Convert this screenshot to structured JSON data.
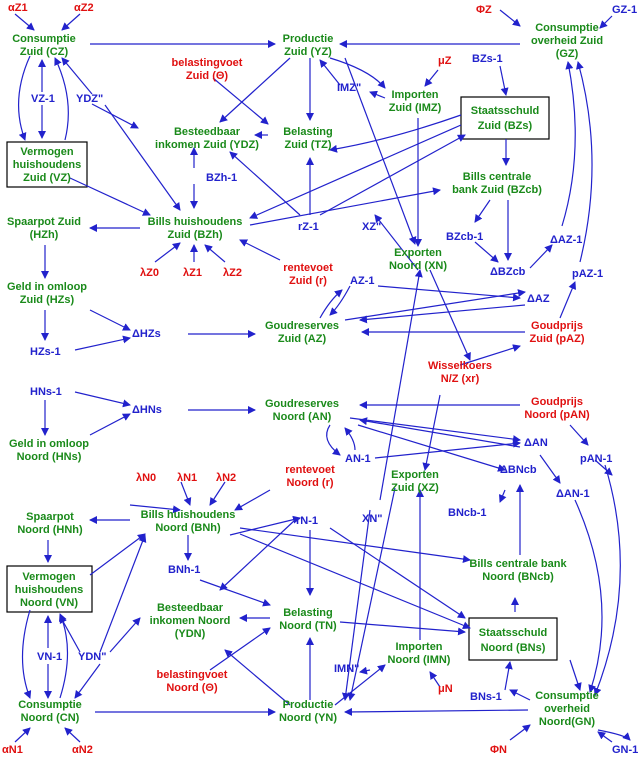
{
  "colors": {
    "green": "#1a8a1a",
    "blue": "#2222cc",
    "red": "#e01010"
  },
  "nodes": {
    "aZ1": "αZ1",
    "aZ2": "αZ2",
    "CZ1": "Consumptie",
    "CZ2": "Zuid (CZ)",
    "VZ_1": "VZ-1",
    "YDZpp": "YDZ\"",
    "VZ1": "Vermogen",
    "VZ2": "huishoudens",
    "VZ3": "Zuid (VZ)",
    "YZ1": "Productie",
    "YZ2": "Zuid (YZ)",
    "theta1": "belastingvoet",
    "theta2": "Zuid (Θ)",
    "BYDZ1": "Besteedbaar",
    "BYDZ2": "inkomen Zuid (YDZ)",
    "TZ1": "Belasting",
    "TZ2": "Zuid (TZ)",
    "IMZpp": "IMZ\"",
    "IMZ1": "Importen",
    "IMZ2": "Zuid (IMZ)",
    "muZ": "μZ",
    "phiZ": "ΦZ",
    "GZ_1": "GZ-1",
    "GZ1": "Consumptie",
    "GZ2": "overheid Zuid",
    "GZ3": "(GZ)",
    "BZs_1": "BZs-1",
    "BZs1": "Staatsschuld",
    "BZs2": "Zuid (BZs)",
    "BZcb1": "Bills centrale",
    "BZcb2": "bank Zuid (BZcb)",
    "BZh_1": "BZh-1",
    "BZh1": "Bills huishoudens",
    "BZh2": "Zuid (BZh)",
    "HZh1": "Spaarpot Zuid",
    "HZh2": "(HZh)",
    "rZ_1": "rZ-1",
    "XZpp": "XZ\"",
    "lZ0": "λZ0",
    "lZ1": "λZ1",
    "lZ2": "λZ2",
    "rZ1": "rentevoet",
    "rZ2": "Zuid (r)",
    "XN1": "Exporten",
    "XN2": "Noord (XN)",
    "BZcb_1": "BZcb-1",
    "dBZcb": "ΔBZcb",
    "HZs1": "Geld in omloop",
    "HZs2": "Zuid (HZs)",
    "AZ_1": "AZ-1",
    "dAZ": "ΔAZ",
    "dAZ_1": "ΔAZ-1",
    "pAZ_1": "pAZ-1",
    "dHZs": "ΔHZs",
    "AZ1": "Goudreserves",
    "AZ2": "Zuid (AZ)",
    "pAZ1": "Goudprijs",
    "pAZ2": "Zuid (pAZ)",
    "HZs_1": "HZs-1",
    "xr1": "Wisselkoers",
    "xr2": "N/Z (xr)",
    "HNs_1": "HNs-1",
    "pAN1": "Goudprijs",
    "pAN2": "Noord (pAN)",
    "dHNs": "ΔHNs",
    "AN1": "Goudreserves",
    "AN2": "Noord (AN)",
    "HNs1": "Geld in omloop",
    "HNs2": "Noord (HNs)",
    "AN_1": "AN-1",
    "dAN": "ΔAN",
    "pAN_1": "pAN-1",
    "dAN_1": "ΔAN-1",
    "lN0": "λN0",
    "lN1": "λN1",
    "lN2": "λN2",
    "rN1": "rentevoet",
    "rN2": "Noord (r)",
    "XZ1": "Exporten",
    "XZ2": "Zuid (XZ)",
    "dBNcb": "ΔBNcb",
    "HNh1": "Spaarpot",
    "HNh2": "Noord (HNh)",
    "BNh1": "Bills huishoudens",
    "BNh2": "Noord (BNh)",
    "rN_1": "rN-1",
    "XNpp": "XN\"",
    "BNcb_1": "BNcb-1",
    "VN1": "Vermogen",
    "VN2": "huishoudens",
    "VN3": "Noord (VN)",
    "BNh_1": "BNh-1",
    "BNcb1": "Bills centrale bank",
    "BNcb2": "Noord (BNcb)",
    "BYDN1": "Besteedbaar",
    "BYDN2": "inkomen Noord",
    "BYDN3": "(YDN)",
    "TN1": "Belasting",
    "TN2": "Noord (TN)",
    "BNs1": "Staatsschuld",
    "BNs2": "Noord (BNs)",
    "VN_1": "VN-1",
    "YDNpp": "YDN\"",
    "IMN1": "Importen",
    "IMN2": "Noord (IMN)",
    "IMNpp": "IMN\"",
    "thetaN1": "belastingvoet",
    "thetaN2": "Noord (Θ)",
    "muN": "μN",
    "BNs_1": "BNs-1",
    "GN1": "Consumptie",
    "GN2": "overheid",
    "GN3": "Noord(GN)",
    "CN1": "Consumptie",
    "CN2": "Noord (CN)",
    "YN1": "Productie",
    "YN2": "Noord (YN)",
    "aN1": "αN1",
    "aN2": "αN2",
    "phiN": "ΦN",
    "GN_1": "GN-1"
  }
}
